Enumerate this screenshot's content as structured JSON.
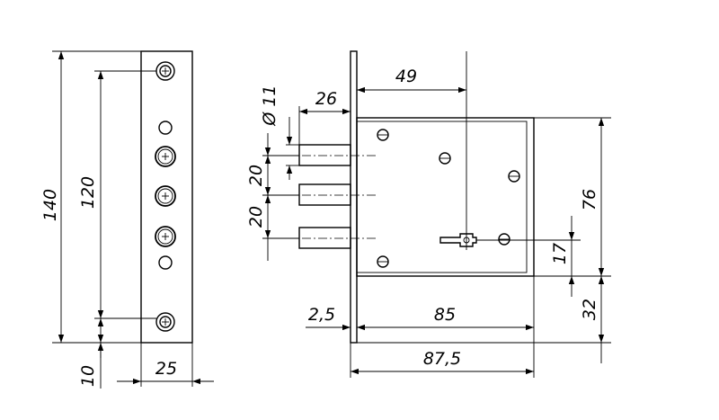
{
  "dimensions": {
    "plate_height": "140",
    "hole_spacing": "120",
    "plate_edge_offset": "10",
    "plate_width": "25",
    "bolt_diameter": "Ø 11",
    "bolt_projection": "26",
    "bolt_spacing_top": "20",
    "bolt_spacing_bottom": "20",
    "backset": "49",
    "body_height": "76",
    "key_offset": "17",
    "lower_offset": "32",
    "faceplate_thickness": "2,5",
    "body_depth": "85",
    "total_depth": "87,5"
  }
}
